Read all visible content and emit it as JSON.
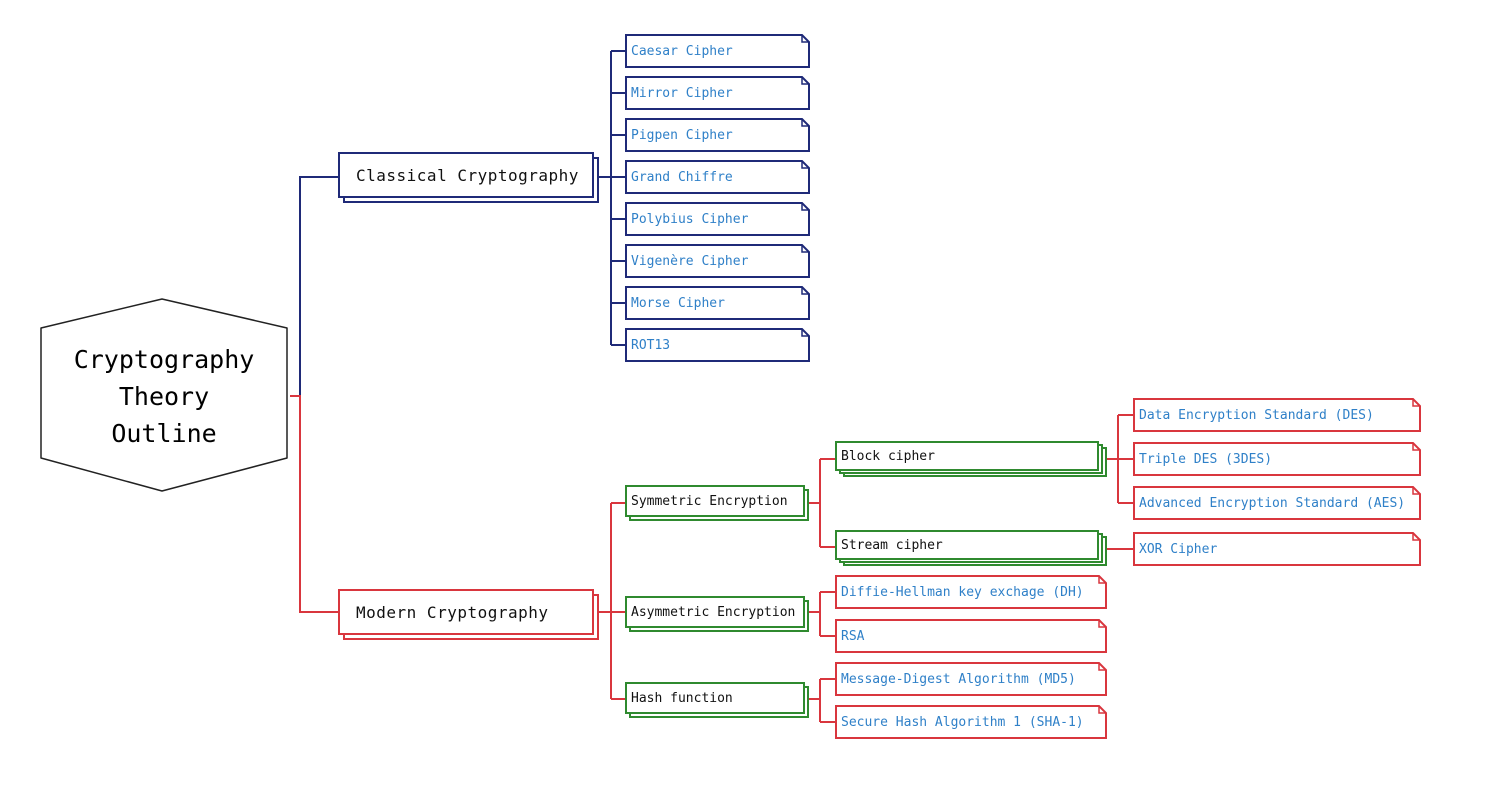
{
  "root": {
    "title": "Cryptography\nTheory\nOutline"
  },
  "colors": {
    "classical": "#1f2a78",
    "modern": "#d9363e",
    "group": "#2f8a2f",
    "leaf_text": "#2f80c8"
  },
  "classical": {
    "label": "Classical Cryptography",
    "ciphers": [
      "Caesar Cipher",
      "Mirror Cipher",
      "Pigpen Cipher",
      "Grand Chiffre",
      "Polybius Cipher",
      "Vigenère Cipher",
      "Morse Cipher",
      "ROT13"
    ]
  },
  "modern": {
    "label": "Modern Cryptography",
    "symmetric": {
      "label": "Symmetric Encryption",
      "block": {
        "label": "Block cipher",
        "items": [
          "Data Encryption Standard (DES)",
          "Triple DES (3DES)",
          "Advanced Encryption Standard (AES)"
        ]
      },
      "stream": {
        "label": "Stream cipher",
        "items": [
          "XOR Cipher"
        ]
      }
    },
    "asymmetric": {
      "label": "Asymmetric Encryption",
      "items": [
        "Diffie-Hellman key exchage (DH)",
        "RSA"
      ]
    },
    "hash": {
      "label": "Hash function",
      "items": [
        "Message-Digest Algorithm (MD5)",
        "Secure Hash Algorithm 1 (SHA-1)"
      ]
    }
  }
}
